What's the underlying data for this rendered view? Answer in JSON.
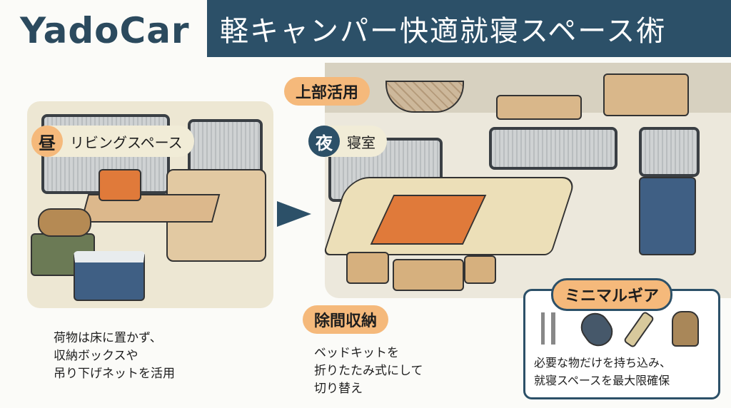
{
  "brand": {
    "logo": "YadoCar"
  },
  "header": {
    "title": "軽キャンパー快適就寝スペース術"
  },
  "day": {
    "badge": "昼",
    "label": "リビングスペース",
    "note": "荷物は床に置かず、\n収納ボックスや\n吊り下げネットを活用"
  },
  "night": {
    "badge": "夜",
    "label": "寝室",
    "top_label": "上部活用",
    "gap_label": "除間収納",
    "note": "ベッドキットを\n折りたたみ式にして\n切り替え"
  },
  "gear": {
    "title": "ミニマルギア",
    "icons": [
      "cutlery-icon",
      "sleeping-bag-icon",
      "thermos-icon",
      "backpack-icon"
    ],
    "note": "必要な物だけを持ち込み、\n就寝スペースを最大限確保"
  },
  "colors": {
    "navy": "#2c5068",
    "orange": "#f5b97b",
    "accent": "#e07a3a"
  }
}
